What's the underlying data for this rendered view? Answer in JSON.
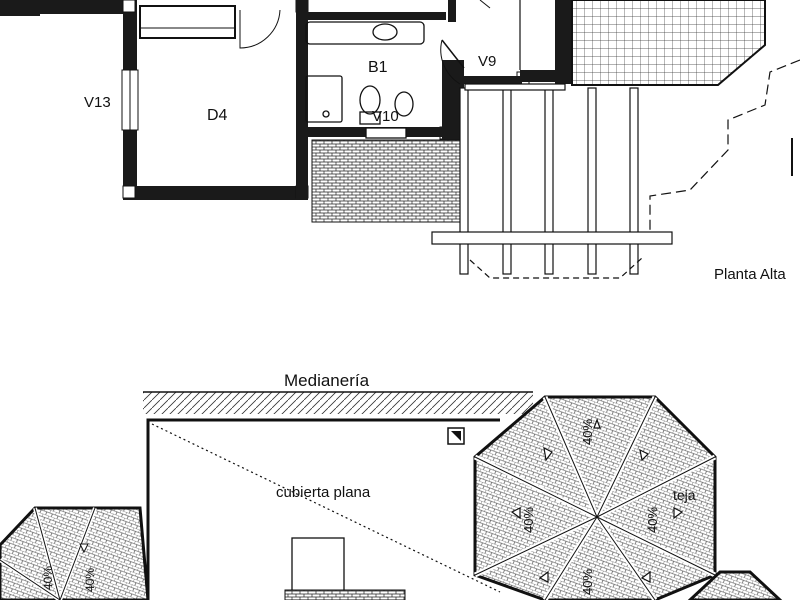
{
  "upper_plan": {
    "title": "Planta Alta",
    "rooms": {
      "bedroom": "D4",
      "bathroom": "B1"
    },
    "windows": {
      "left": "V13",
      "bath": "V10",
      "hall": "V9"
    }
  },
  "roof_plan": {
    "boundary_label": "Medianería",
    "flat_roof_label": "cubierta plana",
    "tile_label": "teja",
    "slope_label": "40%"
  },
  "colors": {
    "ink": "#111111",
    "paper": "#ffffff"
  }
}
